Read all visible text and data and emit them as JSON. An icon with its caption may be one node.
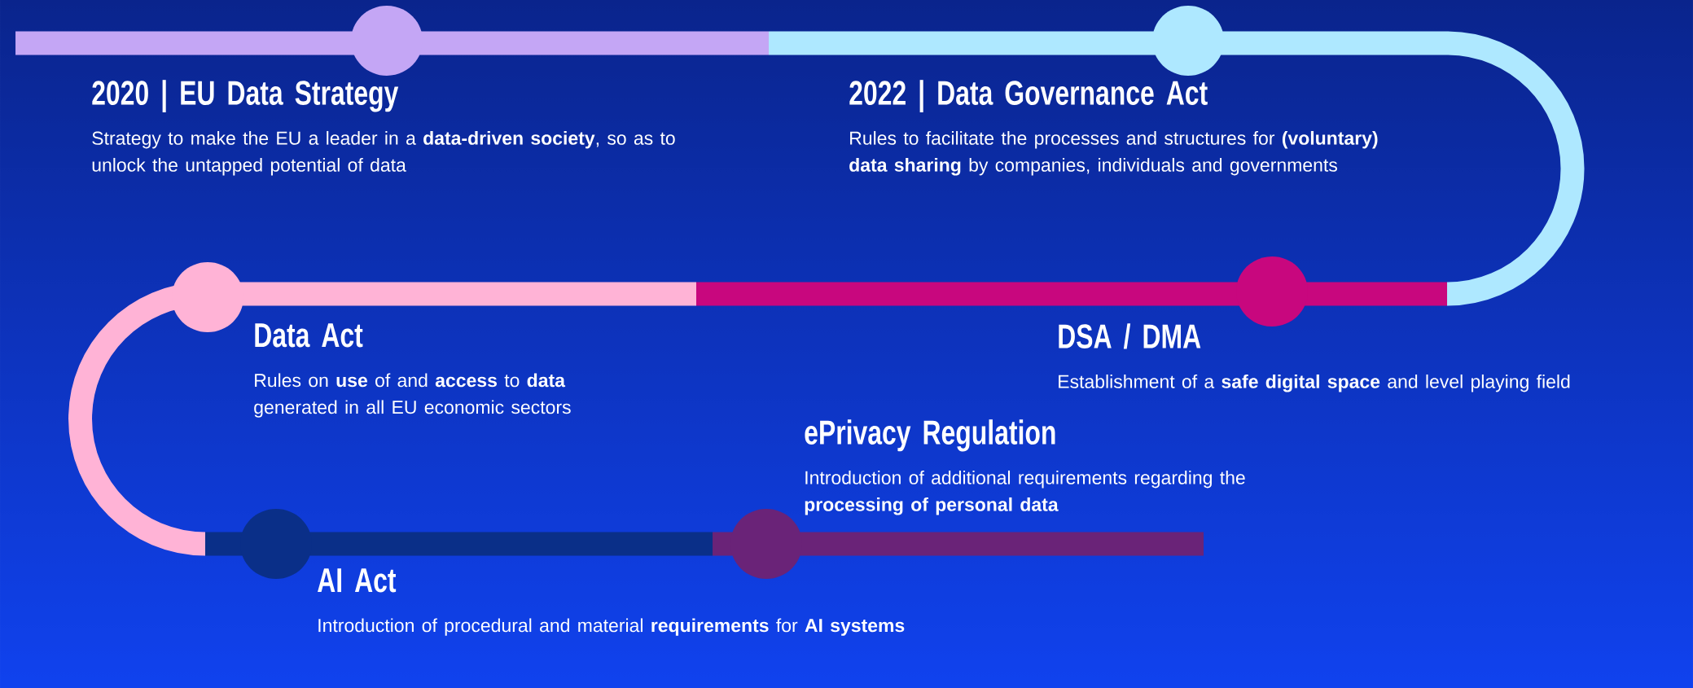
{
  "diagram": {
    "nodes": [
      {
        "text": [
          "2020 | EU Data Strategy",
          "Strategy to make the EU a leader in a **data-driven society**, so as to unlock the untapped potential of data"
        ]
      },
      {
        "text": [
          "2022 | Data Governance Act",
          "Rules to facilitate the processes and structures for **(voluntary) data sharing** by companies, individuals and governments"
        ]
      },
      {
        "text": [
          "Data Act",
          "Rules on **use** of and **access** to **data** generated in all EU economic sectors"
        ]
      },
      {
        "text": [
          "DSA / DMA",
          "Establishment of a **safe digital space** and level playing field"
        ]
      },
      {
        "text": [
          "ePrivacy Regulation",
          "Introduction of additional requirements regarding the **processing of personal data**"
        ]
      },
      {
        "text": [
          "AI Act",
          "Introduction of procedural and material **requirements** for **AI systems**"
        ]
      }
    ]
  }
}
